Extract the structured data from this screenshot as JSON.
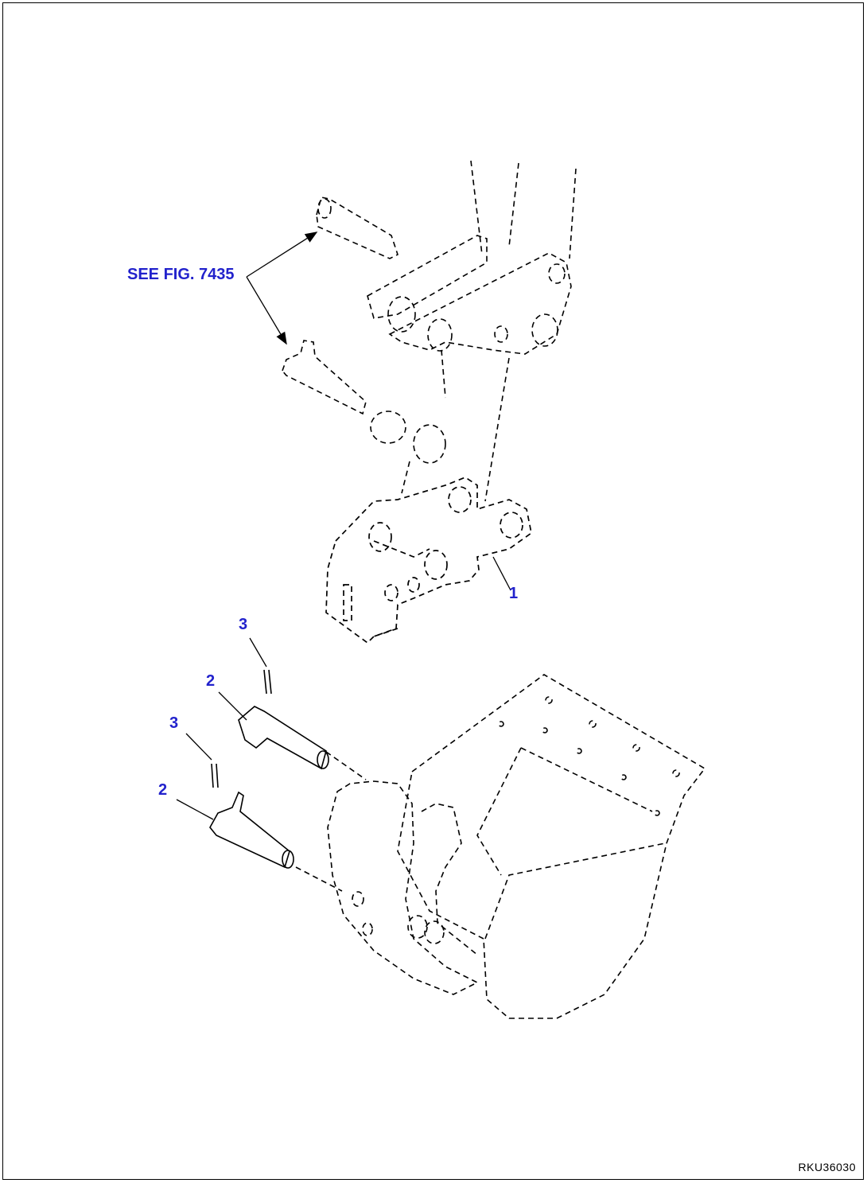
{
  "callouts": {
    "see_fig": "SEE FIG. 7435",
    "item_1": "1",
    "item_2_upper": "2",
    "item_2_lower": "2",
    "item_3_upper": "3",
    "item_3_lower": "3"
  },
  "figure_ref": "RKU36030",
  "colors": {
    "callout": "#2222cc",
    "lines": "#000000"
  }
}
